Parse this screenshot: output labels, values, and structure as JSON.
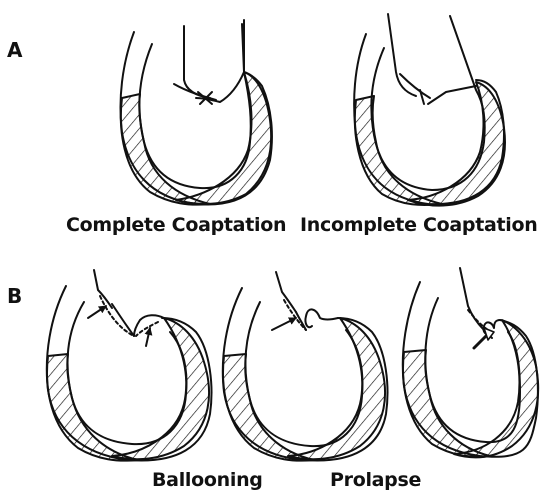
{
  "panels": {
    "a": {
      "letter": "A",
      "captions": [
        "Complete Coaptation",
        "Incomplete Coaptation"
      ]
    },
    "b": {
      "letter": "B",
      "captions": [
        "Ballooning",
        "Prolapse"
      ]
    }
  },
  "colors": {
    "ink": "#111111",
    "background": "#ffffff"
  }
}
